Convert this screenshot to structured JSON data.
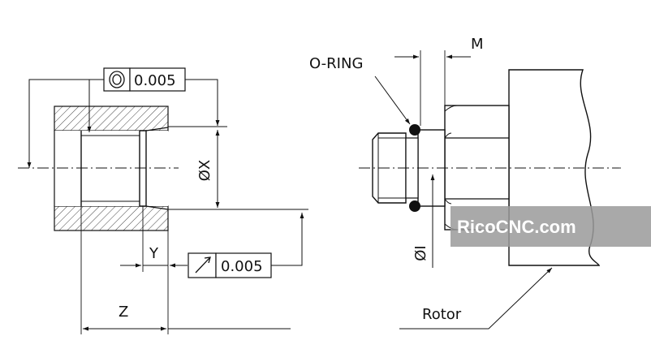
{
  "labels": {
    "concentricity_value": "0.005",
    "runout_value": "0.005",
    "dia_x": "ØX",
    "dim_y": "Y",
    "dim_z": "Z",
    "oring": "O-RING",
    "dim_m": "M",
    "dia_i": "ØI",
    "rotor": "Rotor"
  },
  "watermark": {
    "text": "RicoCNC.com",
    "color": "#9a9a9a"
  },
  "symbols": {
    "concentricity": "concentricity-icon",
    "runout": "circular-runout-icon"
  },
  "colors": {
    "line": "#111111",
    "hatch": "#555555",
    "background": "#ffffff"
  }
}
